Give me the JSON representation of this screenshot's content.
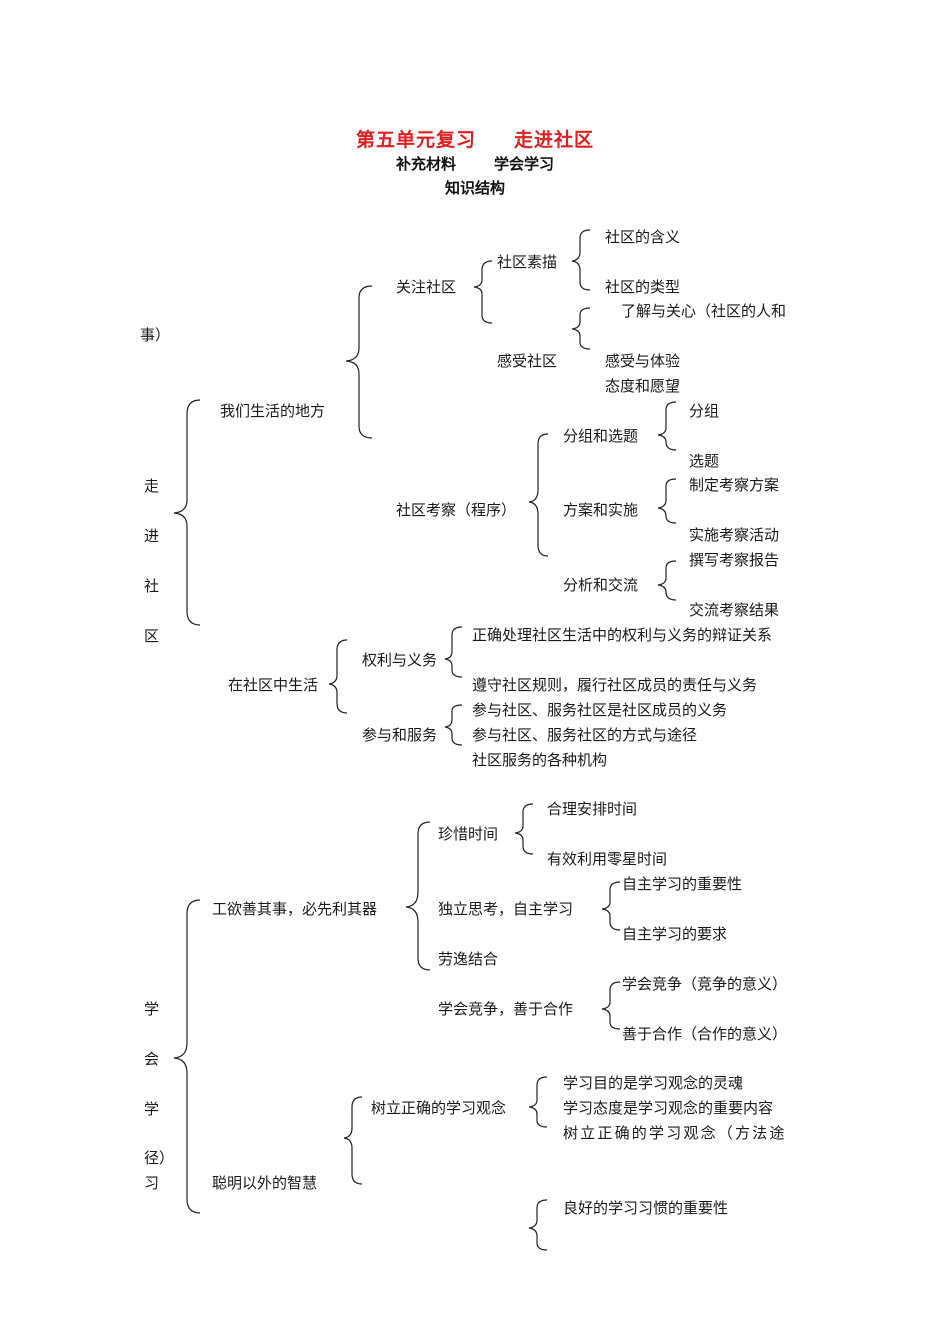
{
  "header": {
    "title_left": "第五单元复习",
    "title_right": "走进社区",
    "subtitle_left": "补充材料",
    "subtitle_right": "学会学习",
    "section": "知识结构",
    "title_color": "#e02020"
  },
  "part1": {
    "root_chars": [
      "走",
      "进",
      "社",
      "区"
    ],
    "stray_text": "事）",
    "branch1": {
      "label": "我们生活的地方",
      "guanzhu": {
        "label": "关注社区",
        "sumiao": {
          "label": "社区素描",
          "items": [
            "社区的含义",
            "社区的类型"
          ]
        },
        "ganshou": {
          "label": "感受社区",
          "items": [
            "了解与关心（社区的人和",
            "感受与体验",
            "态度和愿望"
          ]
        }
      },
      "kaocha": {
        "label": "社区考察（程序）",
        "steps": [
          {
            "label": "分组和选题",
            "items": [
              "分组",
              "选题"
            ]
          },
          {
            "label": "方案和实施",
            "items": [
              "制定考察方案",
              "实施考察活动"
            ]
          },
          {
            "label": "分析和交流",
            "items": [
              "撰写考察报告",
              "交流考察结果"
            ]
          }
        ]
      }
    },
    "branch2": {
      "label": "在社区中生活",
      "quanli": {
        "label": "权利与义务",
        "items": [
          "正确处理社区生活中的权利与义务的辩证关系",
          "遵守社区规则，履行社区成员的责任与义务"
        ]
      },
      "canyu": {
        "label": "参与和服务",
        "items": [
          "参与社区、服务社区是社区成员的义务",
          "参与社区、服务社区的方式与途径",
          "社区服务的各种机构"
        ]
      }
    }
  },
  "part2": {
    "root_chars": [
      "学",
      "会",
      "学",
      "径）",
      "习"
    ],
    "branch1": {
      "label": "工欲善其事，必先利其器",
      "zhenxi": {
        "label": "珍惜时间",
        "items": [
          "合理安排时间",
          "有效利用零星时间"
        ]
      },
      "duli": {
        "label": "独立思考，自主学习",
        "items": [
          "自主学习的重要性",
          "自主学习的要求"
        ]
      },
      "laoyi": {
        "label": "劳逸结合"
      },
      "jingzheng": {
        "label": "学会竞争，善于合作",
        "items": [
          "学会竞争（竞争的意义）",
          "善于合作（合作的意义）"
        ]
      }
    },
    "branch2": {
      "label": "聪明以外的智慧",
      "guannian": {
        "label": "树立正确的学习观念",
        "items": [
          "学习目的是学习观念的灵魂",
          "学习态度是学习观念的重要内容",
          "树立正确的学习观念（方法途"
        ]
      },
      "xiguan": {
        "items": [
          "良好的学习习惯的重要性"
        ]
      }
    }
  }
}
